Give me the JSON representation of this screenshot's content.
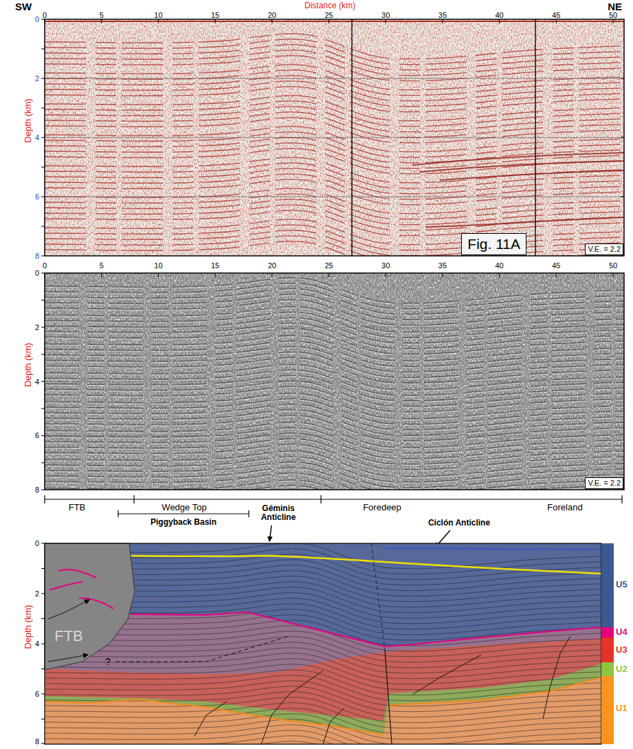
{
  "diagram": {
    "nodes": [
      {
        "text": [
          "Fig. 11A"
        ]
      },
      {
        "text": [
          "V.E. = 2.2"
        ]
      },
      {
        "text": [
          "V.E. = 2.2"
        ]
      }
    ],
    "labels": [
      "SW",
      "NE",
      "Distance (km)",
      "0",
      "5",
      "10",
      "15",
      "20",
      "25",
      "30",
      "35",
      "40",
      "45",
      "50",
      "0",
      "2",
      "4",
      "6",
      "8",
      "Depth (km)",
      "0",
      "5",
      "10",
      "15",
      "20",
      "25",
      "30",
      "35",
      "40",
      "45",
      "50",
      "0",
      "2",
      "4",
      "6",
      "8",
      "Depth (km)",
      "FTB",
      "Wedge Top",
      "Piggyback Basin",
      "Géminis Anticline",
      "Foredeep",
      "Ciclón Anticline",
      "Foreland",
      "0",
      "2",
      "4",
      "6",
      "8",
      "Depth (km)",
      "FTB",
      "?"
    ],
    "legend": [
      {
        "text": "U5",
        "color": "#3c5a91"
      },
      {
        "text": "U4",
        "color": "#e5007d"
      },
      {
        "text": "U3",
        "color": "#e63329"
      },
      {
        "text": "U2",
        "color": "#8cc63f"
      },
      {
        "text": "U1",
        "color": "#f7941d"
      }
    ]
  }
}
